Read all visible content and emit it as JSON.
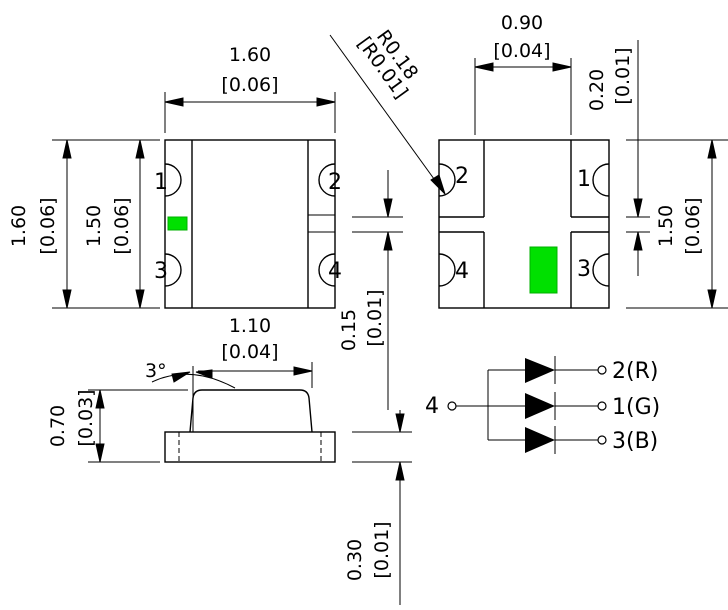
{
  "colors": {
    "led": "#00e000",
    "ink": "#000000",
    "paper": "#ffffff"
  },
  "top_view": {
    "width_mm": "1.60",
    "width_in": "[0.06]",
    "height_mm": "1.60",
    "height_in": "[0.06]",
    "inner_height_mm": "1.50",
    "inner_height_in": "[0.06]",
    "pins": [
      "1",
      "2",
      "3",
      "4"
    ]
  },
  "bottom_view": {
    "radius_mm": "R0.18",
    "radius_in": "[R0.01]",
    "pad_width_mm": "0.90",
    "pad_width_in": "[0.04]",
    "pad_edge_mm": "0.20",
    "pad_edge_in": "[0.01]",
    "pad_pitch_mm": "1.50",
    "pad_pitch_in": "[0.06]",
    "gap_mm": "0.15",
    "gap_in": "[0.01]",
    "pins": [
      "2",
      "1",
      "4",
      "3"
    ]
  },
  "side_view": {
    "lens_width_mm": "1.10",
    "lens_width_in": "[0.04]",
    "angle": "3°",
    "height_mm": "0.70",
    "height_in": "[0.03]",
    "base_mm": "0.30",
    "base_in": "[0.01]"
  },
  "schematic": {
    "common": "4",
    "outputs": [
      "2(R)",
      "1(G)",
      "3(B)"
    ]
  }
}
